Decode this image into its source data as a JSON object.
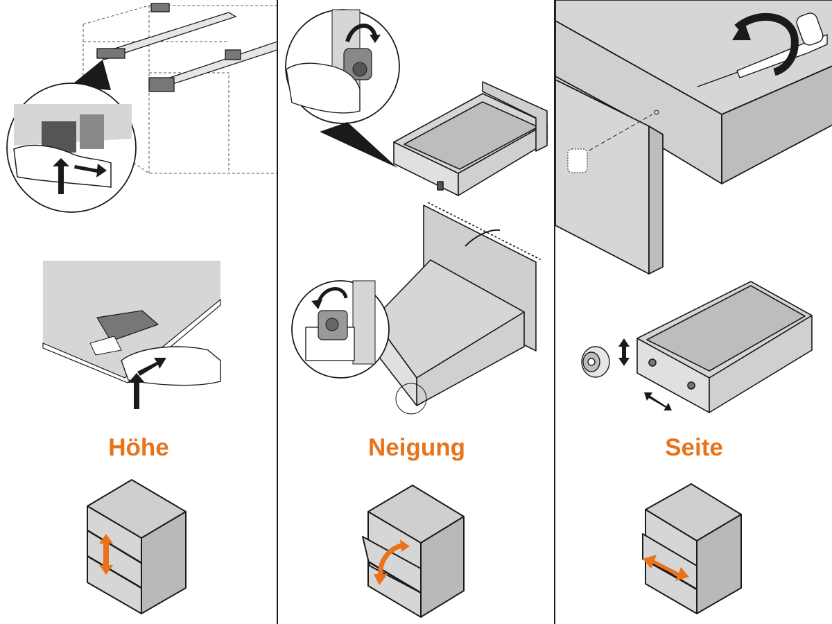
{
  "colors": {
    "accent": "#E8731A",
    "panel_fill": "#D6D6D6",
    "panel_dark": "#BDBDBD",
    "outline": "#1A1A1A",
    "divider": "#1A1A1A",
    "background": "#FFFFFF"
  },
  "panels": [
    {
      "id": "height",
      "caption": "Höhe",
      "adjustment": "vertical",
      "icons": [
        "drawer-runner-icon",
        "hand-icon",
        "push-arrow-icon",
        "cabinet-icon",
        "vertical-arrow-icon"
      ]
    },
    {
      "id": "tilt",
      "caption": "Neigung",
      "adjustment": "rotation",
      "icons": [
        "rotate-arrow-icon",
        "hand-icon",
        "drawer-icon",
        "cabinet-icon",
        "curved-arrow-icon"
      ]
    },
    {
      "id": "side",
      "caption": "Seite",
      "adjustment": "horizontal",
      "icons": [
        "screwdriver-icon",
        "rotate-arrow-icon",
        "dowel-icon",
        "drawer-icon",
        "cabinet-icon",
        "diagonal-arrow-icon"
      ]
    }
  ]
}
